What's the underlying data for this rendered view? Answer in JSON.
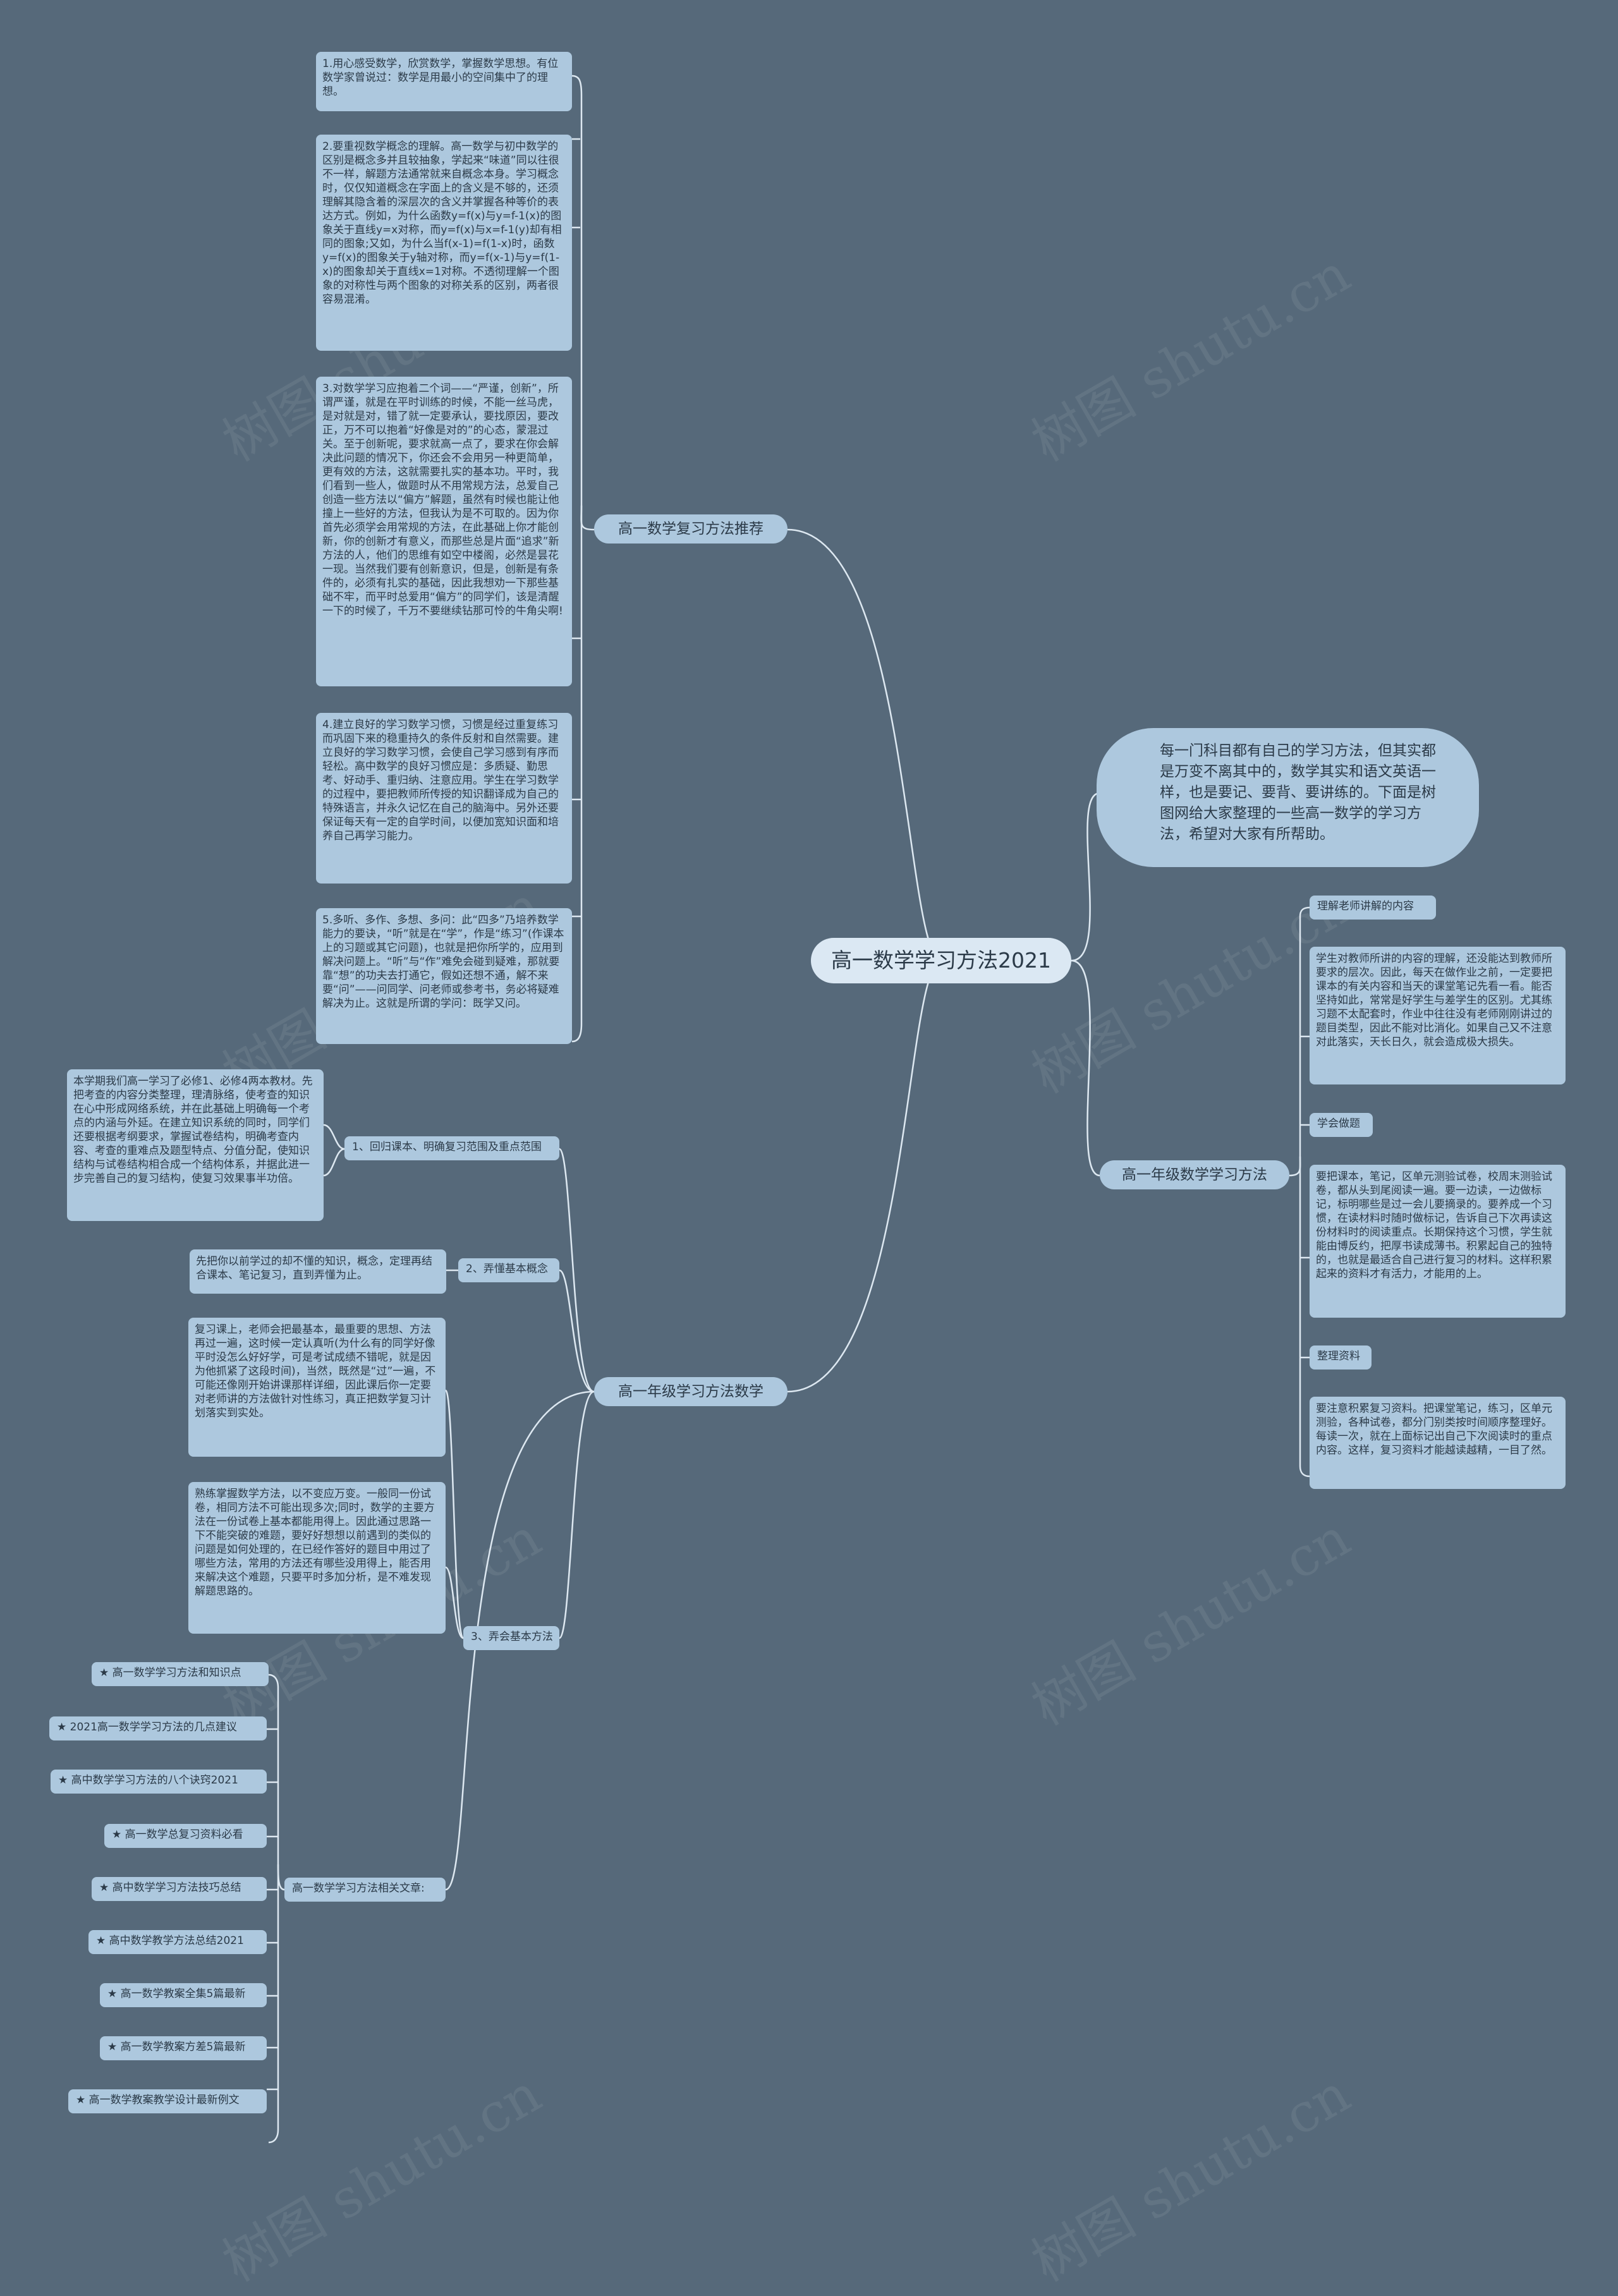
{
  "root": "高一数学学习方法2021",
  "intro": "每一门科目都有自己的学习方法，但其实都是万变不离其中的，数学其实和语文英语一样，也是要记、要背、要讲练的。下面是树图网给大家整理的一些高一数学的学习方法，希望对大家有所帮助。",
  "watermark": "树图 shutu.cn",
  "b1": {
    "label": "高一数学复习方法推荐",
    "items": [
      "1.用心感受数学，欣赏数学，掌握数学思想。有位数学家曾说过：数学是用最小的空间集中了的理想。",
      "2.要重视数学概念的理解。高一数学与初中数学的区别是概念多并且较抽象，学起来“味道”同以往很不一样，解题方法通常就来自概念本身。学习概念时，仅仅知道概念在字面上的含义是不够的，还须理解其隐含着的深层次的含义并掌握各种等价的表达方式。例如，为什么函数y=f(x)与y=f-1(x)的图象关于直线y=x对称，而y=f(x)与x=f-1(y)却有相同的图象;又如，为什么当f(x-1)=f(1-x)时，函数y=f(x)的图象关于y轴对称，而y=f(x-1)与y=f(1-x)的图象却关于直线x=1对称。不透彻理解一个图象的对称性与两个图象的对称关系的区别，两者很容易混淆。",
      "3.对数学学习应抱着二个词——“严谨，创新”，所谓严谨，就是在平时训练的时候，不能一丝马虎，是对就是对，错了就一定要承认，要找原因，要改正，万不可以抱着“好像是对的”的心态，蒙混过关。至于创新呢，要求就高一点了，要求在你会解决此问题的情况下，你还会不会用另一种更简单，更有效的方法，这就需要扎实的基本功。平时，我们看到一些人，做题时从不用常规方法，总爱自己创造一些方法以“偏方”解题，虽然有时候也能让他撞上一些好的方法，但我认为是不可取的。因为你首先必须学会用常规的方法，在此基础上你才能创新，你的创新才有意义，而那些总是片面“追求”新方法的人，他们的思维有如空中楼阁，必然是昙花一现。当然我们要有创新意识，但是，创新是有条件的，必须有扎实的基础，因此我想劝一下那些基础不牢，而平时总爱用“偏方”的同学们，该是清醒一下的时候了，千万不要继续钻那可怜的牛角尖啊!",
      "4.建立良好的学习数学习惯，习惯是经过重复练习而巩固下来的稳重持久的条件反射和自然需要。建立良好的学习数学习惯，会使自己学习感到有序而轻松。高中数学的良好习惯应是：多质疑、勤思考、好动手、重归纳、注意应用。学生在学习数学的过程中，要把教师所传授的知识翻译成为自己的特殊语言，并永久记忆在自己的脑海中。另外还要保证每天有一定的自学时间，以便加宽知识面和培养自己再学习能力。",
      "5.多听、多作、多想、多问：此“四多”乃培养数学能力的要诀，“听”就是在“学”，作是“练习”(作课本上的习题或其它问题)，也就是把你所学的，应用到解决问题上。“听”与“作”难免会碰到疑难，那就要靠“想”的功夫去打通它，假如还想不通，解不来要“问”——问同学、问老师或参考书，务必将疑难解决为止。这就是所谓的学问：既学又问。"
    ]
  },
  "b2": {
    "label": "高一年级学习方法数学",
    "subs": [
      {
        "label": "1、回归课本、明确复习范围及重点范围",
        "texts": [
          "本学期我们高一学习了必修1、必修4两本教材。先把考查的内容分类整理，理清脉络，使考查的知识在心中形成网络系统，并在此基础上明确每一个考点的内涵与外延。在建立知识系统的同时，同学们还要根据考纲要求，掌握试卷结构，明确考查内容、考查的重难点及题型特点、分值分配，使知识结构与试卷结构相合成一个结构体系，并据此进一步完善自己的复习结构，使复习效果事半功倍。"
        ]
      },
      {
        "label": "2、弄懂基本概念",
        "texts": [
          "先把你以前学过的却不懂的知识，概念，定理再结合课本、笔记复习，直到弄懂为止。"
        ]
      },
      {
        "label": "3、弄会基本方法",
        "texts": [
          "复习课上，老师会把最基本，最重要的思想、方法再过一遍，这时候一定认真听(为什么有的同学好像平时没怎么好好学，可是考试成绩不错呢，就是因为他抓紧了这段时间)，当然，既然是“过”一遍，不可能还像刚开始讲课那样详细，因此课后你一定要对老师讲的方法做针对性练习，真正把数学复习计划落实到实处。",
          "熟练掌握数学方法，以不变应万变。一般同一份试卷，相同方法不可能出现多次;同时，数学的主要方法在一份试卷上基本都能用得上。因此通过思路一下不能突破的难题，要好好想想以前遇到的类似的问题是如何处理的，在已经作答好的题目中用过了哪些方法，常用的方法还有哪些没用得上，能否用来解决这个难题，只要平时多加分析，是不难发现解题思路的。"
        ]
      },
      {
        "label": "高一数学学习方法相关文章:",
        "links": [
          "★ 高一数学学习方法和知识点",
          "★ 2021高一数学学习方法的几点建议",
          "★ 高中数学学习方法的八个诀窍2021",
          "★ 高一数学总复习资料必看",
          "★ 高中数学学习方法技巧总结",
          "★ 高中数学教学方法总结2021",
          "★ 高一数学教案全集5篇最新",
          "★ 高一数学教案方差5篇最新",
          "★ 高一数学教案教学设计最新例文"
        ]
      }
    ]
  },
  "b3": {
    "label": "高一年级数学学习方法",
    "subs": [
      {
        "label": "理解老师讲解的内容",
        "text": "学生对教师所讲的内容的理解，还没能达到教师所要求的层次。因此，每天在做作业之前，一定要把课本的有关内容和当天的课堂笔记先看一看。能否坚持如此，常常是好学生与差学生的区别。尤其练习题不太配套时，作业中往往没有老师刚刚讲过的题目类型，因此不能对比消化。如果自己又不注意对此落实，天长日久，就会造成极大损失。"
      },
      {
        "label": "学会做题",
        "text": "要把课本，笔记，区单元测验试卷，校周末测验试卷，都从头到尾阅读一遍。要一边读，一边做标记，标明哪些是过一会儿要摘录的。要养成一个习惯，在读材料时随时做标记，告诉自己下次再读这份材料时的阅读重点。长期保持这个习惯，学生就能由博反约，把厚书读成薄书。积累起自己的独特的，也就是最适合自己进行复习的材料。这样积累起来的资料才有活力，才能用的上。"
      },
      {
        "label": "整理资料",
        "text": "要注意积累复习资料。把课堂笔记，练习，区单元测验，各种试卷，都分门别类按时间顺序整理好。每读一次，就在上面标记出自己下次阅读时的重点内容。这样，复习资料才能越读越精，一目了然。"
      }
    ]
  }
}
